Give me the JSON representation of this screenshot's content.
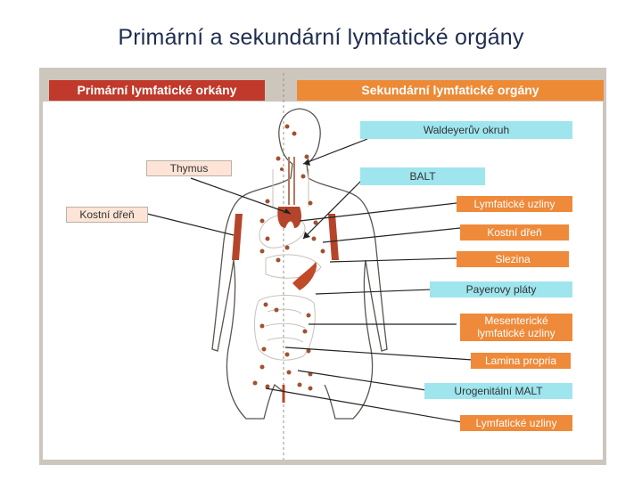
{
  "title": "Primární a sekundární lymfatické  orgány",
  "headers": {
    "primary": "Primární lymfatické orkány",
    "secondary": "Sekundární lymfatické orgány"
  },
  "labels": {
    "waldeyer": "Waldeyerův okruh",
    "thymus": "Thymus",
    "balt": "BALT",
    "kostni_dren_left": "Kostní dřeň",
    "lymf_uzliny_1": "Lymfatické uzliny",
    "kostni_dren_right": "Kostní dřeň",
    "slezina": "Slezina",
    "payerovy": "Payerovy pláty",
    "mesenterialni_1": "Mesenterické",
    "mesenterialni_2": "lymfatické uzliny",
    "lamina": "Lamina propria",
    "urogenitalni": "Urogenitální MALT",
    "lymf_uzliny_2": "Lymfatické uzliny"
  },
  "colors": {
    "primary_header": "#c0392b",
    "secondary_header": "#ed8a36",
    "label_blue": "#9ee5ee",
    "label_orange": "#ee8a3a",
    "label_pink": "#fde4d6",
    "organ": "#b5452a",
    "lymph_node": "#a0522d"
  }
}
